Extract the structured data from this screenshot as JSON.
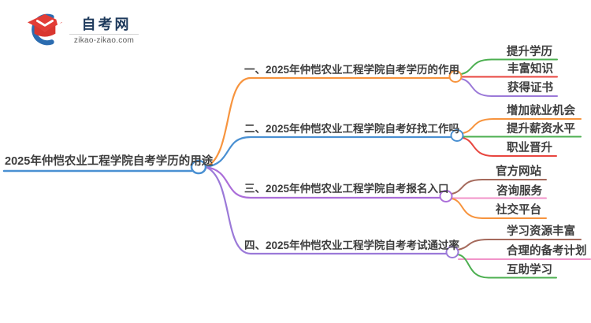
{
  "logo": {
    "site_name": "自考网",
    "site_url": "zikao-zikao.com",
    "crescent_color": "#2b6cb0",
    "cap_color": "#e23c36"
  },
  "mindmap": {
    "root": {
      "label": "2025年仲恺农业工程学院自考学历的用途",
      "color": "#4a90d2"
    },
    "branches": [
      {
        "label": "一、2025年仲恺农业工程学院自考学历的作用",
        "color": "#f7943e",
        "children": [
          {
            "label": "提升学历",
            "color": "#4caf50"
          },
          {
            "label": "丰富知识",
            "color": "#e8463f"
          },
          {
            "label": "获得证书",
            "color": "#9b79d8"
          }
        ]
      },
      {
        "label": "二、2025年仲恺农业工程学院自考好找工作吗",
        "color": "#4a90d2",
        "children": [
          {
            "label": "增加就业机会",
            "color": "#f7943e"
          },
          {
            "label": "提升薪资水平",
            "color": "#4caf50"
          },
          {
            "label": "职业晋升",
            "color": "#e8463f"
          }
        ]
      },
      {
        "label": "三、2025年仲恺农业工程学院自考报名入口",
        "color": "#ab6ed9",
        "children": [
          {
            "label": "官方网站",
            "color": "#a56a5c"
          },
          {
            "label": "咨询服务",
            "color": "#f293c9"
          },
          {
            "label": "社交平台",
            "color": "#f7943e"
          }
        ]
      },
      {
        "label": "四、2025年仲恺农业工程学院自考考试通过率",
        "color": "#9b79d8",
        "children": [
          {
            "label": "学习资源丰富",
            "color": "#a56a5c"
          },
          {
            "label": "合理的备考计划",
            "color": "#f293c9"
          },
          {
            "label": "互助学习",
            "color": "#4caf50"
          }
        ]
      }
    ]
  }
}
